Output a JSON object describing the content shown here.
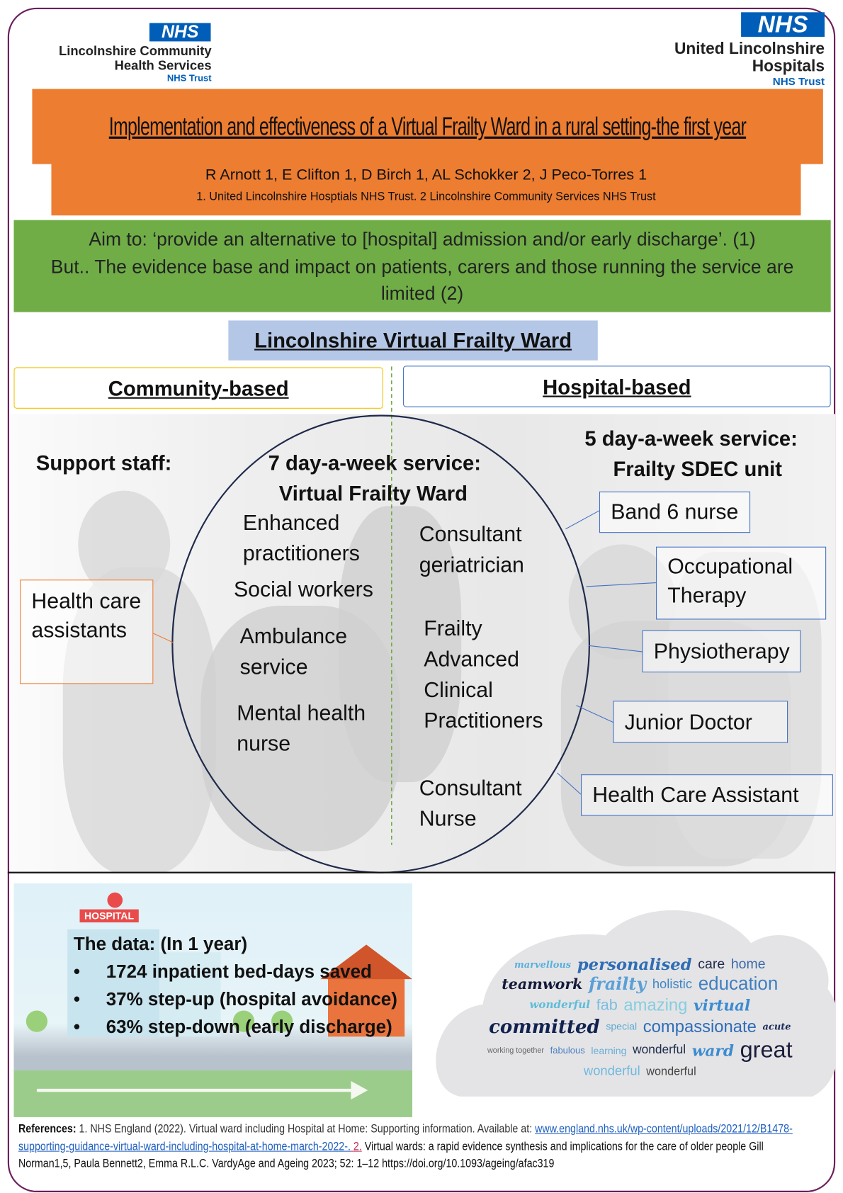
{
  "logos": {
    "left": {
      "badge": "NHS",
      "line1": "Lincolnshire Community",
      "line2": "Health Services",
      "trust": "NHS Trust"
    },
    "right": {
      "badge": "NHS",
      "line1": "United Lincolnshire",
      "line2": "Hospitals",
      "trust": "NHS Trust"
    }
  },
  "title": "Implementation and effectiveness of a Virtual Frailty Ward in a rural setting-the first year",
  "authors": "R Arnott 1, E Clifton 1, D Birch 1, AL Schokker 2, J Peco-Torres 1",
  "affiliations": "1. United Lincolnshire Hosptials NHS Trust. 2 Lincolnshire Community Services NHS Trust",
  "aim": {
    "line1": "Aim to: ‘provide an alternative to [hospital] admission and/or early discharge’. (1)",
    "line2": "But.. The evidence base and impact on patients, carers and those running the service are limited (2)"
  },
  "ward_title": "Lincolnshire Virtual Frailty Ward",
  "community": {
    "header": "Community-based",
    "support_label": "Support staff:",
    "hca": "Health care assistants"
  },
  "hospital": {
    "header": "Hospital-based",
    "service_line1": "5 day-a-week service:",
    "service_line2": "Frailty SDEC unit",
    "roles": [
      "Band 6 nurse",
      "Occupational Therapy",
      "Physiotherapy",
      "Junior Doctor",
      "Health Care Assistant"
    ]
  },
  "virtual": {
    "service_line1": "7 day-a-week service:",
    "service_line2": "Virtual Frailty Ward",
    "left": [
      "Enhanced practitioners",
      "Social workers",
      "Ambulance service",
      "Mental health nurse"
    ],
    "right": [
      "Consultant geriatrician",
      "Frailty Advanced Clinical Practitioners",
      "Consultant Nurse"
    ]
  },
  "data_panel": {
    "hospital_sign": "HOSPITAL",
    "heading": "The data: (In 1 year)",
    "bullets": [
      "1724 inpatient bed-days saved",
      "37% step-up (hospital avoidance)",
      "63% step-down (early discharge)"
    ]
  },
  "word_cloud": [
    "frailty",
    "marvellous",
    "personalised",
    "care",
    "home",
    "holistic",
    "teamwork",
    "wonderful",
    "education",
    "fab",
    "committed",
    "amazing",
    "virtual",
    "special",
    "compassionate",
    "acute",
    "working together",
    "fabulous",
    "learning",
    "wonderful",
    "ward",
    "great",
    "wonderful",
    "wonderful"
  ],
  "references": {
    "label": "References:",
    "ref1": " 1. NHS England (2022). Virtual ward including Hospital at Home: Supporting information. Available at: ",
    "link": "www.england.nhs.uk/wp-content/uploads/2021/12/B1478-supporting-guidance-virtual-ward-including-hospital-at-home-march-2022-.",
    "ref2_num": " 2.",
    "ref2": " Virtual wards: a rapid evidence synthesis and implications for the care of older people Gill Norman1,5, Paula Bennett2, Emma R.L.C. VardyAge and Ageing 2023; 52: 1–12 https://doi.org/10.1093/ageing/afac319"
  },
  "colors": {
    "orange": "#ed7d31",
    "green": "#70ad47",
    "nhs_blue": "#005eb8",
    "frame": "#6b1f5a",
    "box_border": "#4472c4",
    "ward_bg": "#b4c7e7"
  }
}
